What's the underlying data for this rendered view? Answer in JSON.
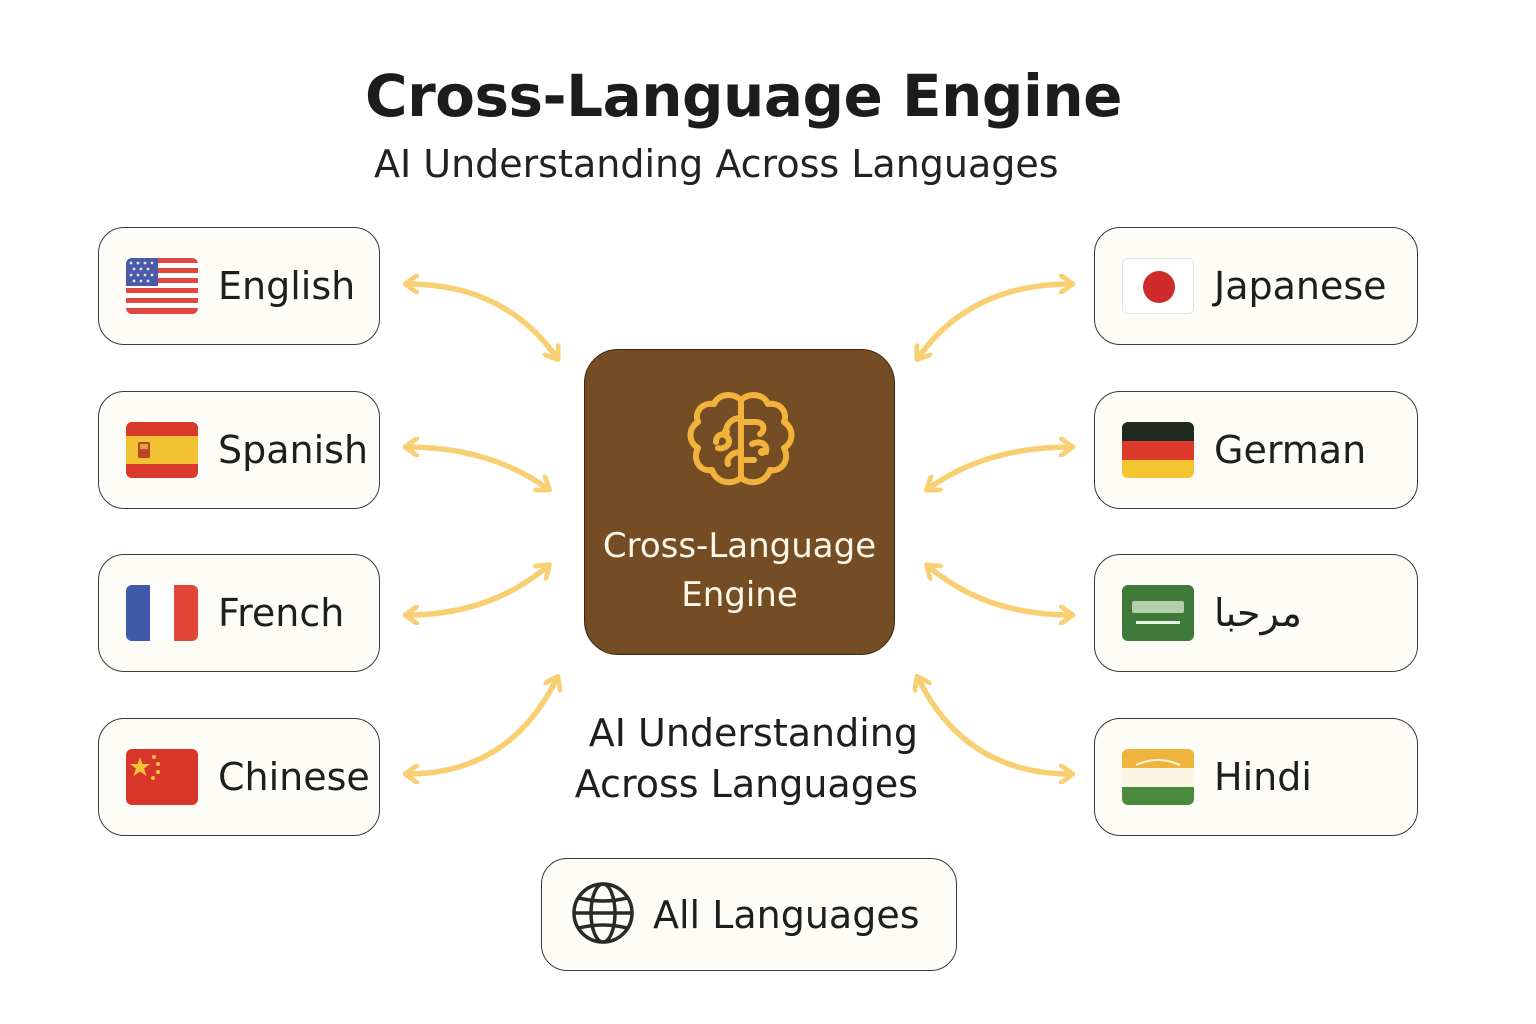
{
  "header": {
    "title": "Cross-Language Engine",
    "subtitle": "AI Understanding Across Languages"
  },
  "hub": {
    "label": "Cross-Language\nEngine",
    "icon": "brain-icon",
    "color": "#744d24"
  },
  "caption": "AI Understanding\nAcross Languages",
  "languages_left": [
    {
      "label": "English",
      "flag": "us-flag-icon"
    },
    {
      "label": "Spanish",
      "flag": "spain-flag-icon"
    },
    {
      "label": "French",
      "flag": "france-flag-icon"
    },
    {
      "label": "Chinese",
      "flag": "china-flag-icon"
    }
  ],
  "languages_right": [
    {
      "label": "Japanese",
      "flag": "japan-flag-icon"
    },
    {
      "label": "German",
      "flag": "germany-flag-icon"
    },
    {
      "label": "مرحبا",
      "flag": "saudi-flag-icon"
    },
    {
      "label": "Hindi",
      "flag": "india-flag-icon"
    }
  ],
  "all_languages": {
    "label": "All Languages",
    "icon": "globe-icon"
  },
  "colors": {
    "arrow": "#f8cf72",
    "card_background": "#fdfcf6",
    "hub_text": "#fff8ea"
  }
}
